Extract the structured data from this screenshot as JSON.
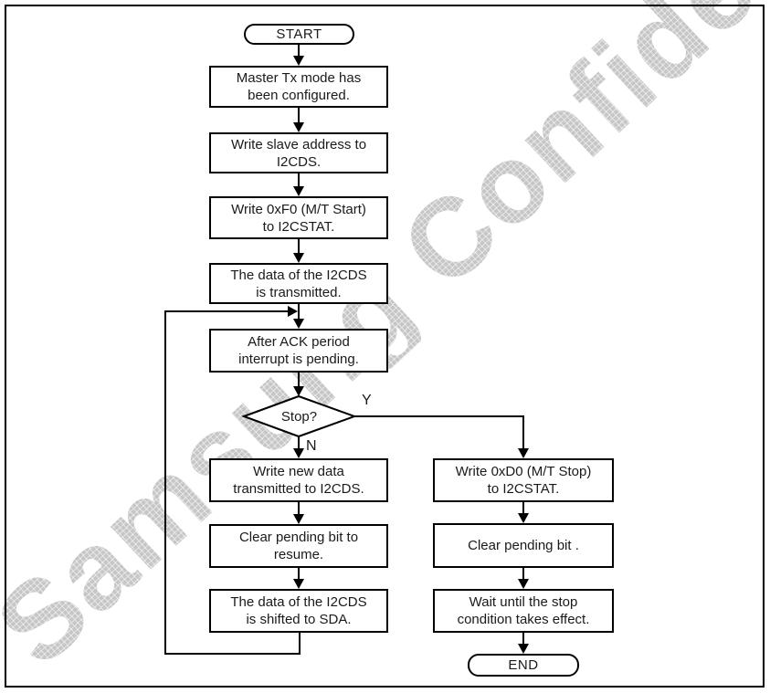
{
  "watermark": {
    "text": "Samsung Confidential"
  },
  "colors": {
    "node_fill": "#ffffff",
    "node_border": "#000000",
    "connector": "#000000",
    "text": "#1a1a1a",
    "watermark": "#c7c7c7",
    "page_border": "#000000"
  },
  "nodes": {
    "start": "START",
    "configure": "Master Tx mode has\nbeen configured.",
    "write_slave_addr": "Write slave address to\nI2CDS.",
    "write_start": "Write 0xF0 (M/T Start)\nto I2CSTAT.",
    "data_transmitted": "The data of the I2CDS\nis transmitted.",
    "ack_pending": "After ACK period\ninterrupt is pending.",
    "decision": "Stop?",
    "branch_yes": "Y",
    "branch_no": "N",
    "write_new_data": "Write new data\ntransmitted to I2CDS.",
    "clear_pending_resume": "Clear pending bit to\nresume.",
    "data_shifted": "The data of the I2CDS\nis shifted to SDA.",
    "write_stop": "Write 0xD0 (M/T Stop)\nto I2CSTAT.",
    "clear_pending": "Clear pending bit .",
    "wait_stop": "Wait until the stop\ncondition takes effect.",
    "end": "END"
  }
}
